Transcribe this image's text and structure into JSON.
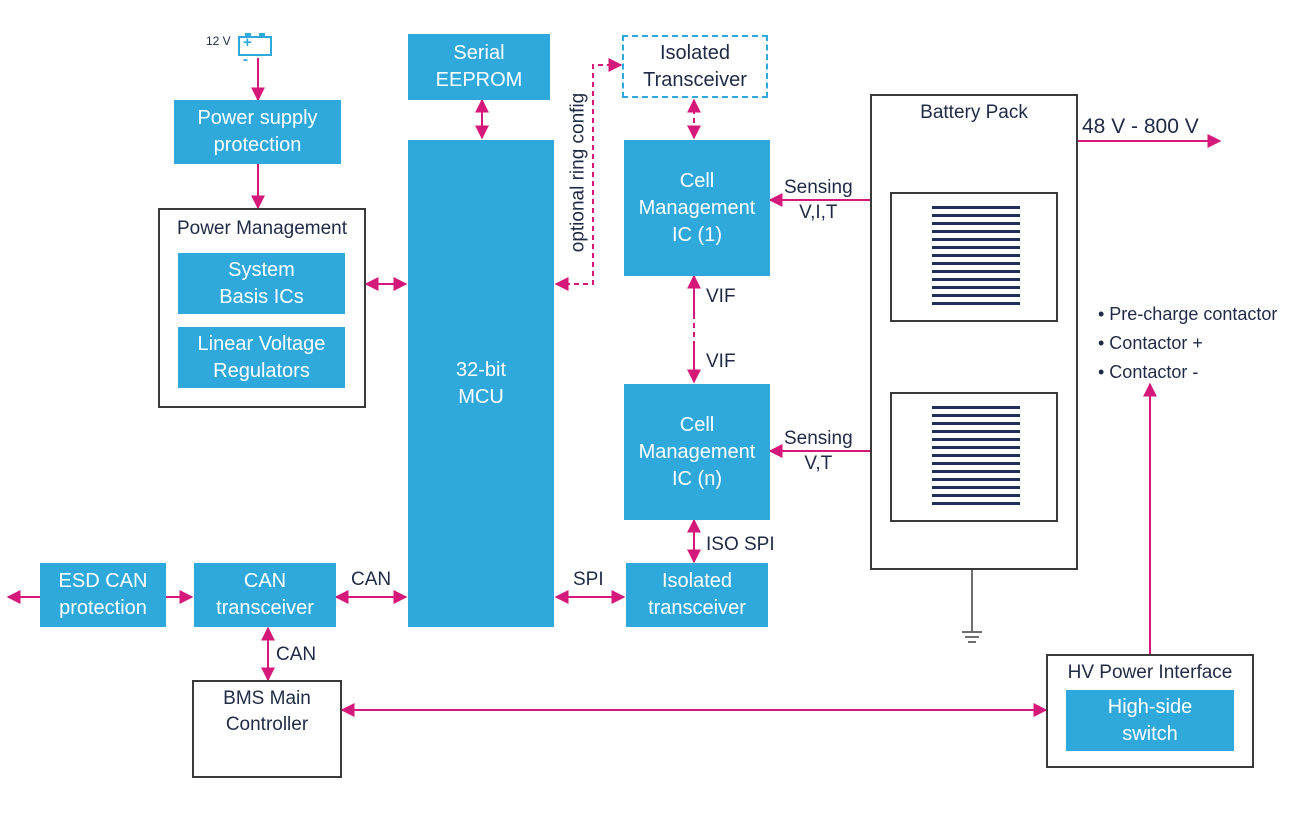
{
  "supply": {
    "voltage": "12 V",
    "battery_symbol": "+ -"
  },
  "blocks": {
    "power_supply_protection": "Power supply\nprotection",
    "serial_eeprom": "Serial\nEEPROM",
    "isolated_transceiver_top": "Isolated\nTransceiver",
    "system_basis_ics": "System\nBasis ICs",
    "linear_voltage_regulators": "Linear Voltage\nRegulators",
    "mcu": "32-bit\nMCU",
    "cell_mgmt_1": "Cell\nManagement\nIC (1)",
    "cell_mgmt_n": "Cell\nManagement\nIC (n)",
    "esd_can_protection": "ESD CAN\nprotection",
    "can_transceiver": "CAN\ntransceiver",
    "isolated_transceiver_bottom": "Isolated\ntransceiver",
    "bms_main_controller": "BMS Main\nController",
    "high_side_switch": "High-side\nswitch"
  },
  "frames": {
    "power_management": "Power Management",
    "battery_pack": "Battery Pack",
    "hv_power_interface": "HV Power Interface"
  },
  "labels": {
    "optional_ring_config": "optional ring config",
    "sensing_vit": "Sensing\nV,I,T",
    "sensing_vt": "Sensing\nV,T",
    "vif_top": "VIF",
    "vif_bottom": "VIF",
    "iso_spi": "ISO SPI",
    "spi": "SPI",
    "can_mcu": "CAN",
    "can_vertical": "CAN",
    "hv_range": "48 V - 800 V",
    "contactors": "• Pre-charge contactor\n• Contactor +\n• Contactor -"
  },
  "colors": {
    "block": "#2fa8dc",
    "signal": "#d4197a",
    "frame": "#3a3a3a",
    "text": "#1f2a44"
  }
}
